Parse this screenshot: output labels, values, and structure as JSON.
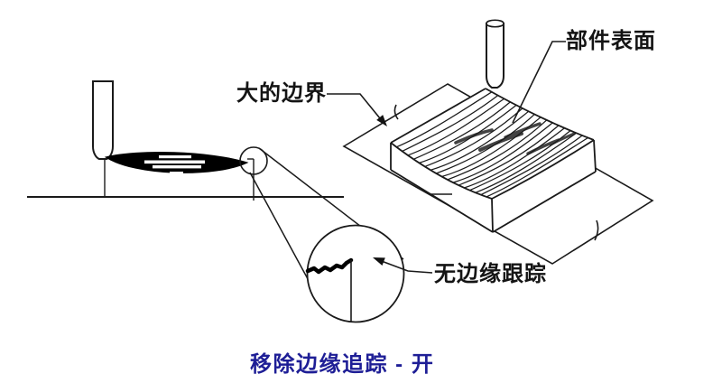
{
  "labels": {
    "part_surface": "部件表面",
    "large_boundary": "大的边界",
    "no_edge_tracking": "无边缘跟踪"
  },
  "caption": {
    "text": "移除边缘追踪 - 开",
    "color": "#1e1e96"
  },
  "colors": {
    "line": "#1a1a1a",
    "background": "#ffffff",
    "fill_material": "#000000"
  }
}
